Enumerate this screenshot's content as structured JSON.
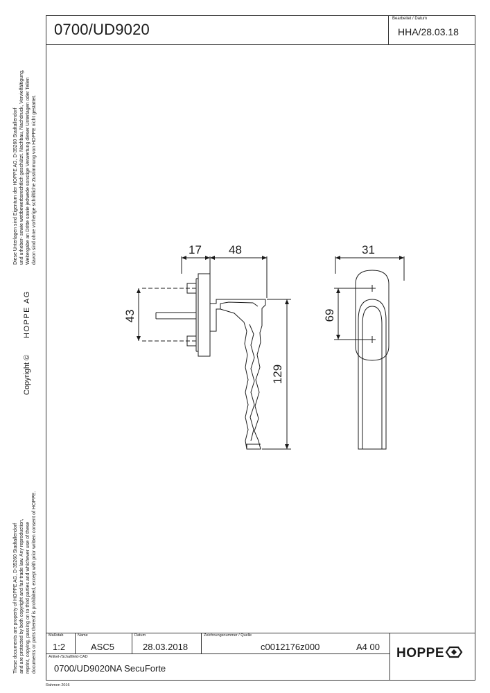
{
  "header": {
    "title": "0700/UD9020",
    "edit_label": "Bearbeitet / Datum",
    "edit_value": "HHA/28.03.18"
  },
  "sidebar": {
    "legal_de": [
      "Diese Unterlagen sind Eigentum der HOPPE AG, D-35260 Stadtallendorf",
      "und urheber- sowie wettbewerbsrechtlich geschützt. Nachbau, Nachdruck, Vervielfältigung,",
      "Weitergabe an Dritte sowie jedwede sonstige Verwertung dieser Unterlagen oder Teilen",
      "davon sind ohne vorherige schriftliche Zustimmung von HOPPE nicht gestattet."
    ],
    "company": "HOPPE AG",
    "copyright": "Copyright ©",
    "legal_en": [
      "These documents are property of HOPPE AG, D-35260 Stadtallendorf",
      "and are protected by both copyright and fair trade law. Any reproduction,",
      "reprint, copying, passing on to third parties and whichever use of these",
      "documents or parts thereof is prohibited, except with prior written consent of HOPPE."
    ]
  },
  "drawing": {
    "dim_17": "17",
    "dim_48": "48",
    "dim_43": "43",
    "dim_129": "129",
    "dim_31": "31",
    "dim_69": "69"
  },
  "title_block": {
    "scale_label": "Maßstab",
    "scale_value": "1:2",
    "name_label": "Name",
    "name_value": "ASC5",
    "date_label": "Datum",
    "date_value": "28.03.2018",
    "drawing_no_label": "Zeichnungsnummer / Quelle",
    "drawing_no_value": "c0012176z000",
    "format_value": "A4 00",
    "article_label": "Artikel-/Schaftfeld-CAD",
    "article_value": "0700/UD9020NA  SecuForte",
    "logo": "HOPPE",
    "frame_label": "Rahmen 2016"
  }
}
